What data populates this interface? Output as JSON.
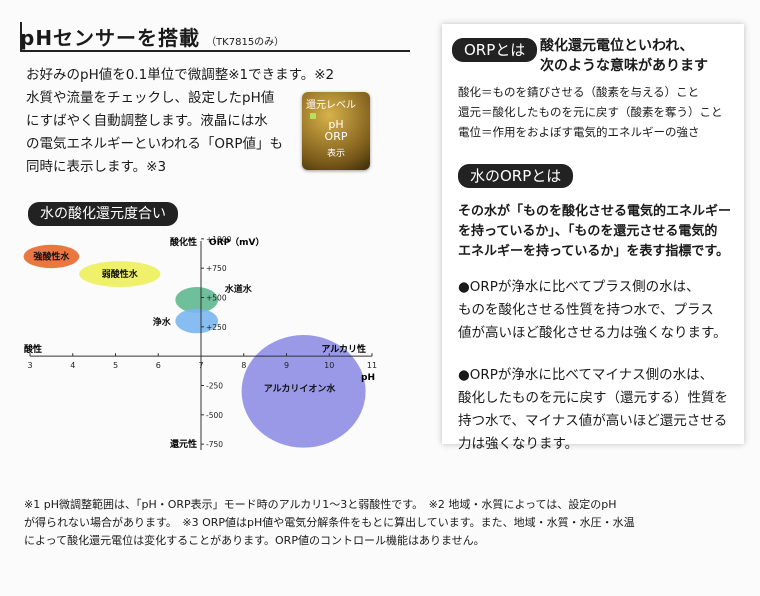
{
  "header": {
    "title": "pHセンサーを搭載",
    "subtitle": "（TK7815のみ）"
  },
  "intro": {
    "lines": [
      "お好みのpH値を0.1単位で微調整※1できます。※2",
      "水質や流量をチェックし、設定したpH値",
      "にすばやく自動調整します。液晶には水",
      "の電気エネルギーといわれる「ORP値」も",
      "同時に表示します。※3"
    ]
  },
  "badge": {
    "top": "還元レベル",
    "mid1": "pH",
    "mid2": "ORP",
    "bottom": "表示"
  },
  "chart_pill": "水の酸化還元度合い",
  "chart_data": {
    "type": "scatter",
    "title": "水の酸化還元度合い",
    "xlabel": "pH",
    "ylabel": "ORP（mV）",
    "xlim": [
      3,
      11
    ],
    "ylim": [
      -800,
      1050
    ],
    "x_ticks": [
      "3",
      "4",
      "5",
      "6",
      "7",
      "8",
      "9",
      "10",
      "11"
    ],
    "y_ticks": [
      {
        "v": 1000,
        "label": "+1000"
      },
      {
        "v": 750,
        "label": "+750"
      },
      {
        "v": 500,
        "label": "+500"
      },
      {
        "v": 250,
        "label": "+250"
      },
      {
        "v": -250,
        "label": "-250"
      },
      {
        "v": -500,
        "label": "-500"
      },
      {
        "v": -750,
        "label": "-750"
      }
    ],
    "y_top_label": "酸化性",
    "y_bottom_label": "還元性",
    "x_left_label": "酸性",
    "x_right_label": "アルカリ性",
    "regions": [
      {
        "name": "強酸性水",
        "x": 3.5,
        "y": 850,
        "rx": 0.65,
        "ry": 100,
        "color": "#e8682a"
      },
      {
        "name": "弱酸性水",
        "x": 5.1,
        "y": 700,
        "rx": 0.95,
        "ry": 110,
        "color": "#eef05a"
      },
      {
        "name": "水道水",
        "x": 6.9,
        "y": 480,
        "rx": 0.5,
        "ry": 110,
        "color": "#5fb890"
      },
      {
        "name": "浄水",
        "x": 6.9,
        "y": 300,
        "rx": 0.5,
        "ry": 105,
        "color": "#7ab6ee"
      },
      {
        "name": "アルカリイオン水",
        "x": 9.4,
        "y": -300,
        "rx": 1.45,
        "ry": 480,
        "color": "#8e8ee6"
      }
    ]
  },
  "orp_box": {
    "pill": "ORPとは",
    "heading1": "酸化還元電位といわれ、",
    "heading2": "次のような意味があります",
    "defs": [
      "酸化＝ものを錆びさせる（酸素を与える）こと",
      "還元＝酸化したものを元に戻す（酸素を奪う）こと",
      "電位＝作用をおよぼす電気的エネルギーの強さ"
    ],
    "water_pill": "水のORPとは",
    "water_heading": [
      "その水が「ものを酸化させる電気的エネルギー",
      "を持っているか」、「ものを還元させる電気的",
      "エネルギーを持っているか」を表す指標です。"
    ],
    "bullet1": [
      "●ORPが浄水に比べてプラス側の水は、",
      "ものを酸化させる性質を持つ水で、プラス",
      "値が高いほど酸化させる力は強くなります。"
    ],
    "bullet2": [
      "●ORPが浄水に比べてマイナス側の水は、",
      "酸化したものを元に戻す（還元する）性質を",
      "持つ水で、マイナス値が高いほど還元させる",
      "力は強くなります。"
    ]
  },
  "footnotes": [
    "※1  pH微調整範囲は、「pH・ORP表示」モード時のアルカリ1〜3と弱酸性です。　※2  地域・水質によっては、設定のpH",
    "が得られない場合があります。　※3  ORP値はpH値や電気分解条件をもとに算出しています。また、地域・水質・水圧・水温",
    "によって酸化還元電位は変化することがあります。ORP値のコントロール機能はありません。"
  ]
}
